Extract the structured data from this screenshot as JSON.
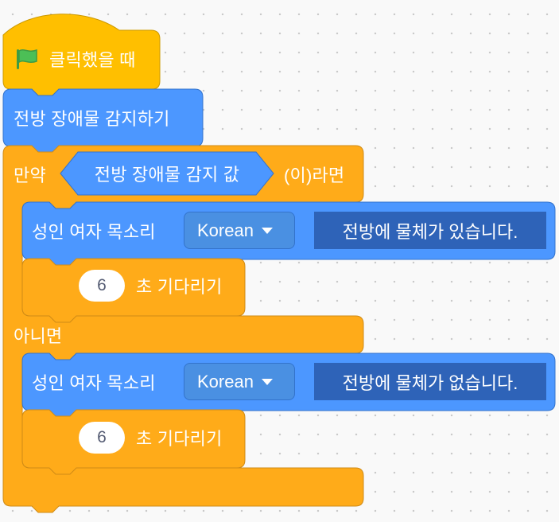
{
  "when_flag_clicked": {
    "label": "클릭했을 때",
    "icon": "green-flag-icon"
  },
  "detect_obstacle": {
    "label": "전방 장애물 감지하기"
  },
  "if_else": {
    "if_label": "만약",
    "condition_label": "전방 장애물 감지 값",
    "then_label": "(이)라면",
    "else_label": "아니면"
  },
  "speak_1": {
    "label": "성인 여자 목소리",
    "language": "Korean",
    "text": "전방에 물체가 있습니다."
  },
  "wait_1": {
    "seconds": "6",
    "label": "초 기다리기"
  },
  "speak_2": {
    "label": "성인 여자 목소리",
    "language": "Korean",
    "text": "전방에 물체가 없습니다."
  },
  "wait_2": {
    "seconds": "6",
    "label": "초 기다리기"
  },
  "colors": {
    "events": "#ffbf00",
    "control": "#ffab19",
    "extension": "#4c97ff",
    "flag": "#4cbf56"
  }
}
